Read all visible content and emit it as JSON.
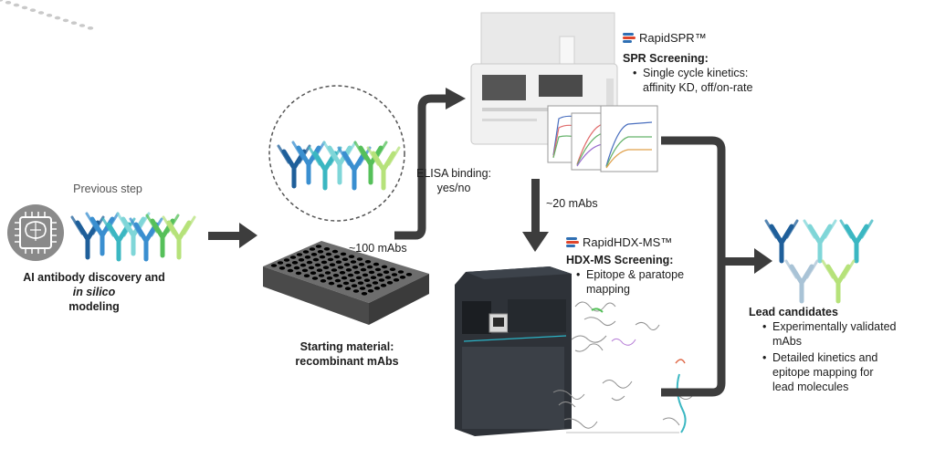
{
  "previous_step": {
    "heading": "Previous step",
    "title_line1": "AI antibody discovery and",
    "title_line2_italic": "in silico",
    "title_line3": "modeling"
  },
  "starting_material": {
    "line1": "Starting material:",
    "line2": "recombinant mAbs"
  },
  "flow_labels": {
    "elisa_line1": "ELISA binding:",
    "elisa_line2": "yes/no",
    "count_100": "~100 mAbs",
    "count_20": "~20 mAbs"
  },
  "spr": {
    "brand": "RapidSPR™",
    "heading": "SPR Screening:",
    "bullet_line1": "Single cycle kinetics:",
    "bullet_line2": "affinity KD, off/on-rate"
  },
  "hdx": {
    "brand": "RapidHDX-MS™",
    "heading": "HDX-MS Screening:",
    "bullet_line1": "Epitope & paratope",
    "bullet_line2": "mapping"
  },
  "lead": {
    "heading": "Lead candidates",
    "bullet1_line1": "Experimentally validated",
    "bullet1_line2": "mAbs",
    "bullet2_line1": "Detailed kinetics and",
    "bullet2_line2": "epitope mapping for",
    "bullet2_line3": "lead molecules"
  },
  "colors": {
    "arrow": "#3d3d3d",
    "ab_dark_blue": "#1f5f9a",
    "ab_blue": "#3a8fd0",
    "ab_teal": "#3bb7c2",
    "ab_light_teal": "#7fd6d8",
    "ab_green": "#56c05a",
    "ab_light_green": "#b6e27a",
    "ab_gray_blue": "#a9c3d6",
    "brand_blue": "#2f6fb3",
    "brand_red": "#e0452b"
  }
}
